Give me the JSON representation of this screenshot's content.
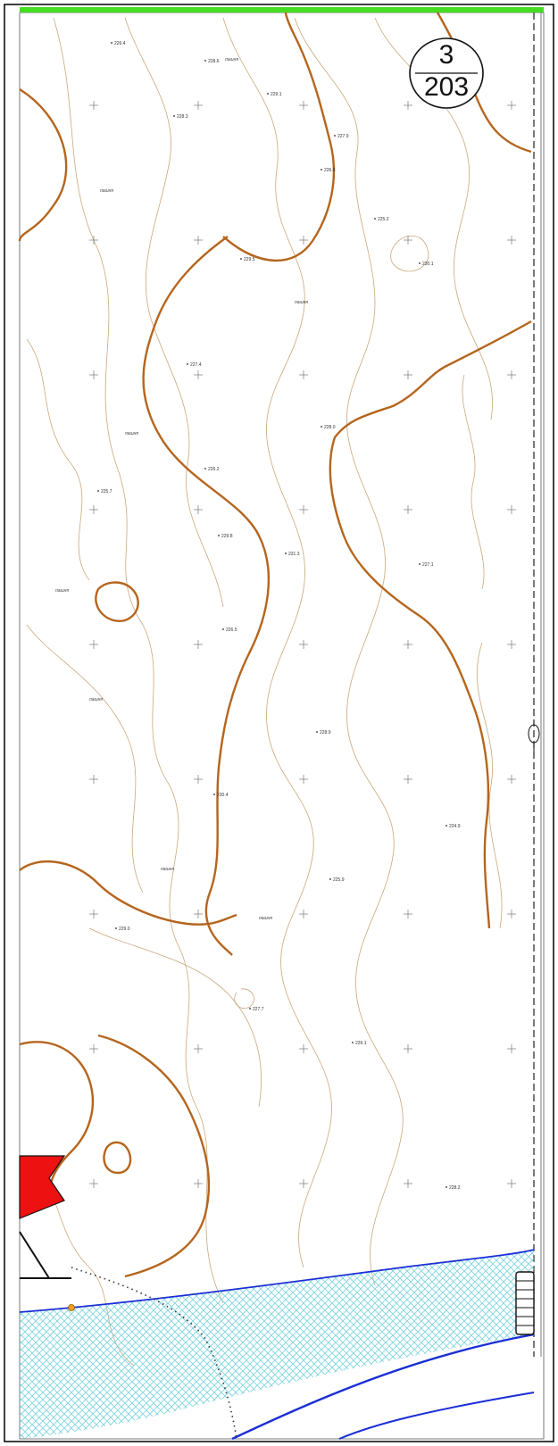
{
  "map": {
    "sheet_number": "3",
    "sheet_total": "203",
    "colors": {
      "index_contour": "#b5651d",
      "contour": "#c9a87c",
      "grid_cross": "#777777",
      "water_hatch": "#7fd4e0",
      "water_edge": "#1a2fd6",
      "top_strip": "#44dd22",
      "flag": "#ee1111",
      "frame": "#000000"
    },
    "point_labels": [
      "226.4",
      "228.6",
      "229.1",
      "228.3",
      "227.9",
      "226.8",
      "225.2",
      "229.5",
      "230.1",
      "227.4",
      "228.0",
      "226.2",
      "225.7",
      "229.8",
      "231.3",
      "227.1",
      "226.5",
      "228.9",
      "230.4",
      "224.9",
      "225.9",
      "229.0",
      "227.7",
      "226.1",
      "228.2"
    ],
    "text_labels": [
      "пашня",
      "пашня",
      "пашня",
      "пашня",
      "пашня",
      "пашня",
      "пашня",
      "пашня"
    ]
  }
}
